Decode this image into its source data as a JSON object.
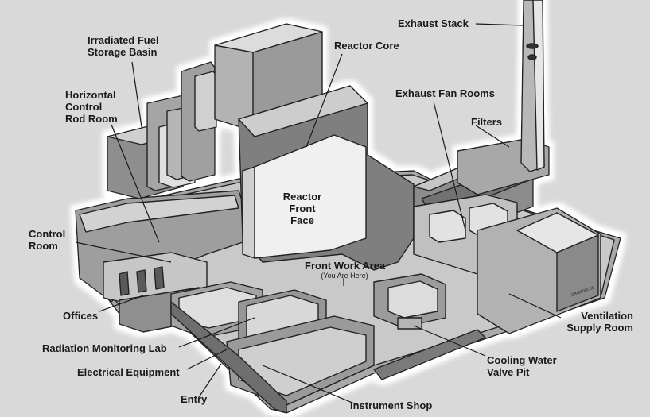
{
  "diagram": {
    "labels": {
      "exhaust_stack": "Exhaust Stack",
      "irradiated_fuel": "Irradiated Fuel",
      "storage_basin": "Storage Basin",
      "reactor_core": "Reactor Core",
      "horizontal": "Horizontal",
      "control": "Control",
      "rod_room": "Rod Room",
      "exhaust_fan_rooms": "Exhaust Fan Rooms",
      "filters": "Filters",
      "reactor": "Reactor",
      "front": "Front",
      "face": "Face",
      "control_room_1": "Control",
      "control_room_2": "Room",
      "front_work_area": "Front Work Area",
      "you_are_here": "(You Are Here)",
      "offices": "Offices",
      "ventilation": "Ventilation",
      "supply_room": "Supply Room",
      "radiation_lab": "Radiation Monitoring Lab",
      "cooling_water": "Cooling Water",
      "valve_pit": "Valve Pit",
      "electrical": "Electrical Equipment",
      "entry": "Entry",
      "instrument_shop": "Instrument Shop",
      "drawing_number": "D8400001.1b"
    }
  }
}
